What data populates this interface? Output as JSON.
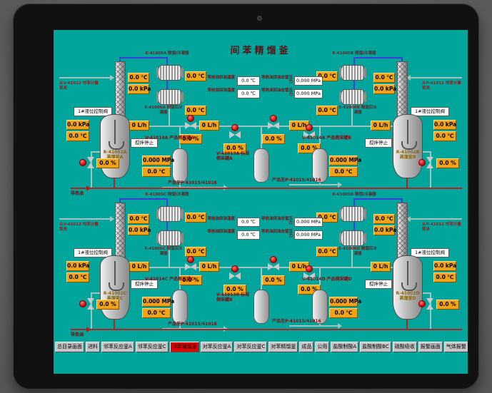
{
  "screen_title": "间苯精馏釜",
  "colors": {
    "teal": "#01A59C",
    "readout_orange": "#F1A313",
    "active_menu_red": "#E60000",
    "vapor_purple": "#3C3CD8",
    "oil_red": "#B22222"
  },
  "menu": {
    "items": [
      {
        "label": "总目录画面",
        "active": false
      },
      {
        "label": "进料",
        "active": false
      },
      {
        "label": "邻苯反应釜A",
        "active": false
      },
      {
        "label": "邻苯反应釜C",
        "active": false
      },
      {
        "label": "间苯精馏釜",
        "active": true
      },
      {
        "label": "对苯反应釜A",
        "active": false
      },
      {
        "label": "对苯反应釜C",
        "active": false
      },
      {
        "label": "对苯精馏釜",
        "active": false
      },
      {
        "label": "成品",
        "active": false
      },
      {
        "label": "公用",
        "active": false
      },
      {
        "label": "盐酸制酸A",
        "active": false
      },
      {
        "label": "盐酸制酸BC",
        "active": false
      },
      {
        "label": "硫酸吸收",
        "active": false
      },
      {
        "label": "报警画面",
        "active": false
      },
      {
        "label": "气体报警",
        "active": false
      }
    ]
  },
  "units": [
    {
      "oil_label": "导热油",
      "left": {
        "feed_note": "从V-41012 邻苯计量泵来",
        "ctrl_label": "1#液位控制阀",
        "col_temp": "0.0 ℃",
        "col_press": "0.0 kPa",
        "cond1_label": "E-41005A 精馏Ⅰ冷凝器",
        "cond1_temp": "0.0 ℃",
        "cond2_label": "E-41006A 精馏后冷凝器",
        "cond2_temp": "0.0 ℃",
        "flow": "0 L/h",
        "reactor_label": "R-41002A 蒸馏釜A",
        "reactor_press": "0.0 kPa",
        "reactor_temp": "0.0 ℃",
        "agitator": "搅拌停止",
        "valve_pct": "0.0 %"
      },
      "right": {
        "feed_note": "从P-41012 邻苯计量泵来",
        "ctrl_label": "1#液位控制阀",
        "col_temp": "0.0 ℃",
        "col_press": "0.0 kPa",
        "cond1_label": "E-41005B 精馏Ⅰ冷凝器",
        "cond1_temp": "0.0 ℃",
        "cond2_label": "E-41006B 精馏后冷凝器",
        "cond2_temp": "0.0 ℃",
        "flow": "0 L/h",
        "reactor_label": "R-41002B 蒸馏釜B",
        "reactor_press": "0.0 kPa",
        "reactor_temp": "0.0 ℃",
        "agitator": "搅拌停止",
        "valve_pct": "0.0 %"
      },
      "center": {
        "oil_supply_temp_label": "导热油供油温度",
        "oil_supply_temp": "0.0 ℃",
        "oil_supply_press_label": "导热油供油总管压力",
        "oil_supply_press": "0.000 MPa",
        "oil_return_temp_label": "导热油回油温度",
        "oil_return_temp": "0.0 ℃",
        "oil_return_press_label": "导热油回油总管压力",
        "oil_return_press": "0.000 MPa",
        "flow_left": "0 L/h",
        "flow_right": "0 L/h",
        "valve1_pct": "0.0 %",
        "valve2_pct": "0.0 %",
        "valve3_pct": "0.0 %",
        "valve4_pct": "0.0 %",
        "vessel1_label": "V-41014A 产品侧采罐A",
        "vessel1_press": "0.000 MPa",
        "vessel1_temp": "0.0 ℃",
        "vessel2_label": "V-41013A 标准侧采罐A",
        "vessel3_label": "V-41014B 产品侧采罐B",
        "vessel3_press": "0.000 MPa",
        "vessel3_temp": "0.0 ℃",
        "product_note_left": "产品至P-41015/41016",
        "product_note_right": "产品至P-41015/41016"
      }
    },
    {
      "oil_label": "导热油",
      "left": {
        "feed_note": "从V-41012 邻苯计量泵来",
        "ctrl_label": "1#液位控制阀",
        "col_temp": "0.0 ℃",
        "col_press": "0.0 kPa",
        "cond1_label": "E-41005C 精馏Ⅰ冷凝器",
        "cond1_temp": "0.0 ℃",
        "cond2_label": "E-41006C 精馏后冷凝器",
        "cond2_temp": "0.0 ℃",
        "flow": "0 L/h",
        "reactor_label": "R-41002C 蒸馏釜C",
        "reactor_press": "0.0 kPa",
        "reactor_temp": "0.0 ℃",
        "agitator": "搅拌停止",
        "valve_pct": "0.0 %"
      },
      "right": {
        "feed_note": "从P-41012 邻苯计量泵来",
        "ctrl_label": "1#液位控制阀",
        "col_temp": "0.0 ℃",
        "col_press": "0.0 kPa",
        "cond1_label": "E-41005D 精馏Ⅰ冷凝器",
        "cond1_temp": "0.0 ℃",
        "cond2_label": "E-41006D 精馏后冷凝器",
        "cond2_temp": "0.0 ℃",
        "flow": "0 L/h",
        "reactor_label": "R-41002D 蒸馏釜D",
        "reactor_press": "0.0 kPa",
        "reactor_temp": "0.0 ℃",
        "agitator": "搅拌停止",
        "valve_pct": "0.0 %"
      },
      "center": {
        "oil_supply_temp_label": "导热油供油温度",
        "oil_supply_temp": "0.0 ℃",
        "oil_supply_press_label": "导热油供油总管压力",
        "oil_supply_press": "0.000 MPa",
        "oil_return_temp_label": "导热油回油温度",
        "oil_return_temp": "0.0 ℃",
        "oil_return_press_label": "导热油回油总管压力",
        "oil_return_press": "0.000 MPa",
        "flow_left": "0 L/h",
        "flow_right": "0 L/h",
        "valve1_pct": "0.0 %",
        "valve2_pct": "0.0 %",
        "valve3_pct": "0.0 %",
        "valve4_pct": "0.0 %",
        "vessel1_label": "V-41014C 产品侧采罐C",
        "vessel1_press": "0.000 MPa",
        "vessel1_temp": "0.0 ℃",
        "vessel2_label": "V-41013B 标准侧采罐B",
        "vessel3_label": "V-41014D 产品侧采罐D",
        "vessel3_press": "0.000 MPa",
        "vessel3_temp": "0.0 ℃",
        "product_note_left": "产品至P-41015/41016",
        "product_note_right": "产品至P-41015/41016"
      }
    }
  ]
}
